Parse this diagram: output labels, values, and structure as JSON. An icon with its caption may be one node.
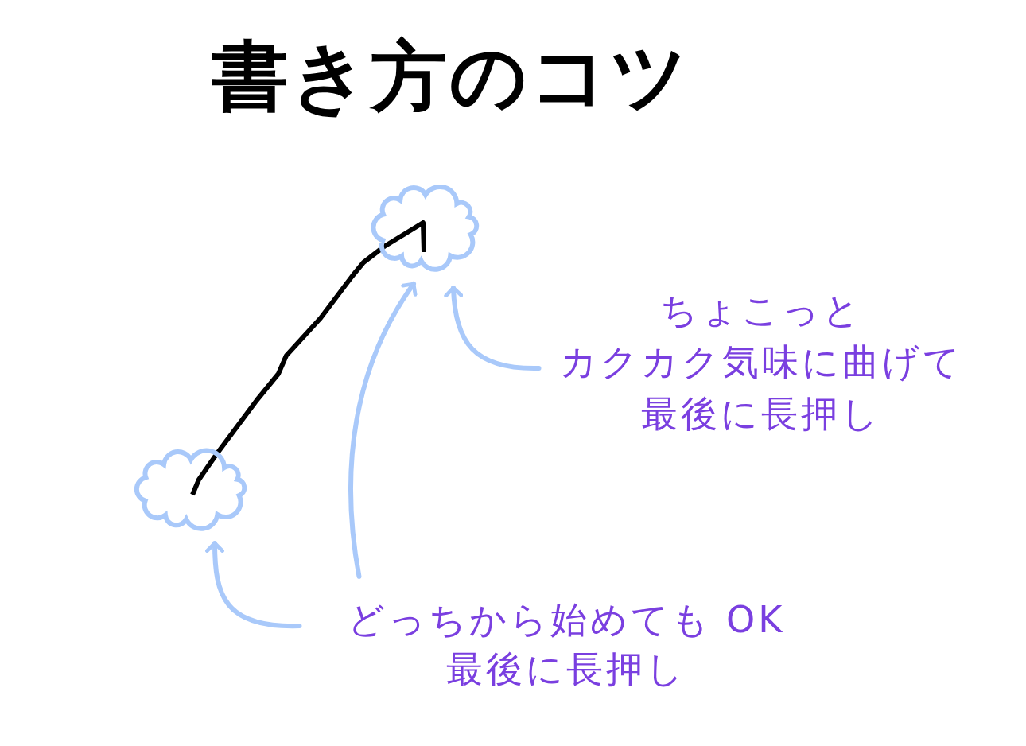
{
  "diagram": {
    "title": "書き方のコツ",
    "nodes": [
      {
        "text": [],
        "shape": "cloud"
      },
      {
        "text": [
          "ちょこっとカクカク気味に曲げて最後に長押し"
        ]
      },
      {
        "text": [],
        "shape": "cloud"
      },
      {
        "text": [
          "どっちから始めても OK最後に長押し"
        ]
      }
    ],
    "edges": [
      {
        "from": 1,
        "to": 0,
        "arrow": "to"
      },
      {
        "from": 3,
        "to": 2,
        "arrow": "to"
      },
      {
        "from": 3,
        "to": 0,
        "arrow": "to"
      },
      {
        "from": 2,
        "to": 0,
        "arrow": "none",
        "color": "#000000"
      }
    ]
  }
}
